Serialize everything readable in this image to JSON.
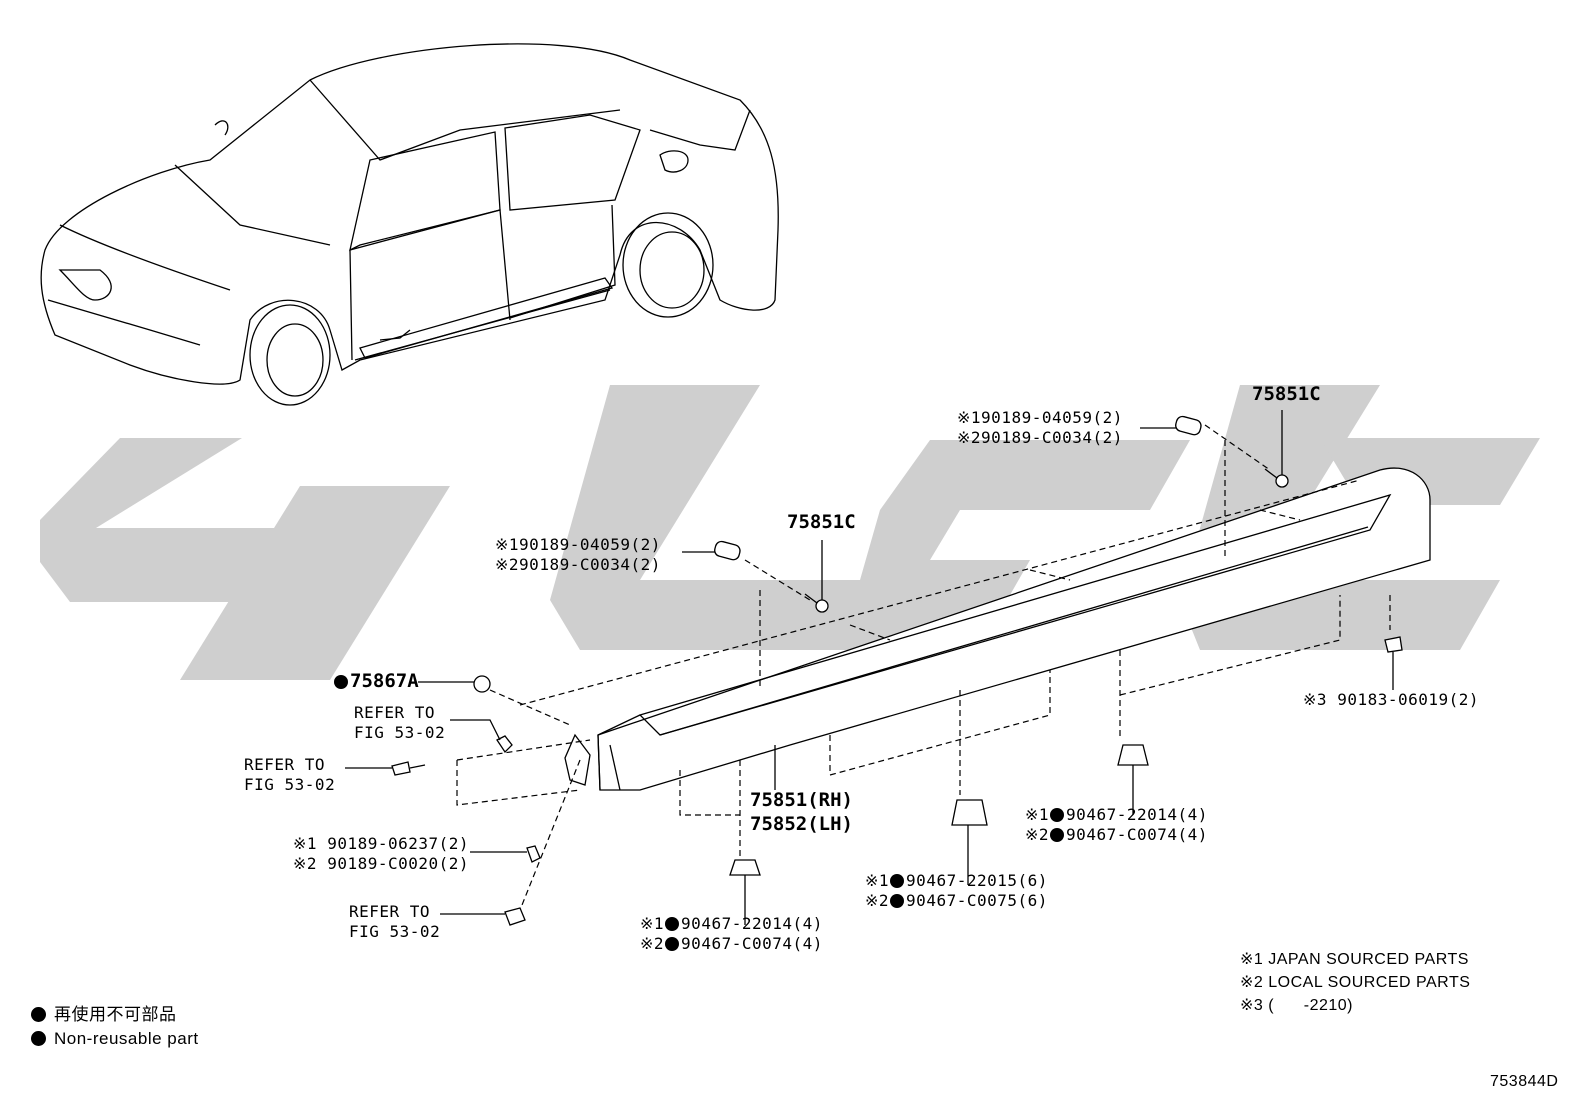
{
  "parts": {
    "plug_left": {
      "n1": "90189-04059(2)",
      "n2": "90189-C0034(2)"
    },
    "plug_right": {
      "n1": "90189-04059(2)",
      "n2": "90189-C0034(2)"
    },
    "screw_left": "75851C",
    "screw_right": "75851C",
    "clip_a": "75867A",
    "refer1": {
      "l1": "REFER TO",
      "l2": "FIG 53-02"
    },
    "refer2": {
      "l1": "REFER TO",
      "l2": "FIG 53-02"
    },
    "refer3": {
      "l1": "REFER TO",
      "l2": "FIG 53-02"
    },
    "bolt_small": {
      "n1": "90189-06237(2)",
      "n2": "90189-C0020(2)"
    },
    "moulding": {
      "rh": "75851(RH)",
      "lh": "75852(LH)"
    },
    "clip_bottom_left": {
      "n1": "90467-22014(4)",
      "n2": "90467-C0074(4)"
    },
    "clip_bottom_mid": {
      "n1": "90467-22015(6)",
      "n2": "90467-C0075(6)"
    },
    "clip_bottom_right": {
      "n1": "90467-22014(4)",
      "n2": "90467-C0074(4)"
    },
    "nut_right": "90183-06019(2)"
  },
  "marks": {
    "m1": "※1",
    "m2": "※2",
    "m3": "※3"
  },
  "notes": {
    "n1": "※1 JAPAN SOURCED PARTS",
    "n2": "※2 LOCAL SOURCED PARTS",
    "n3": "※3 (      -2210)"
  },
  "legend": {
    "jp": "再使用不可部品",
    "en": "Non-reusable part"
  },
  "figure_code": "753844D"
}
